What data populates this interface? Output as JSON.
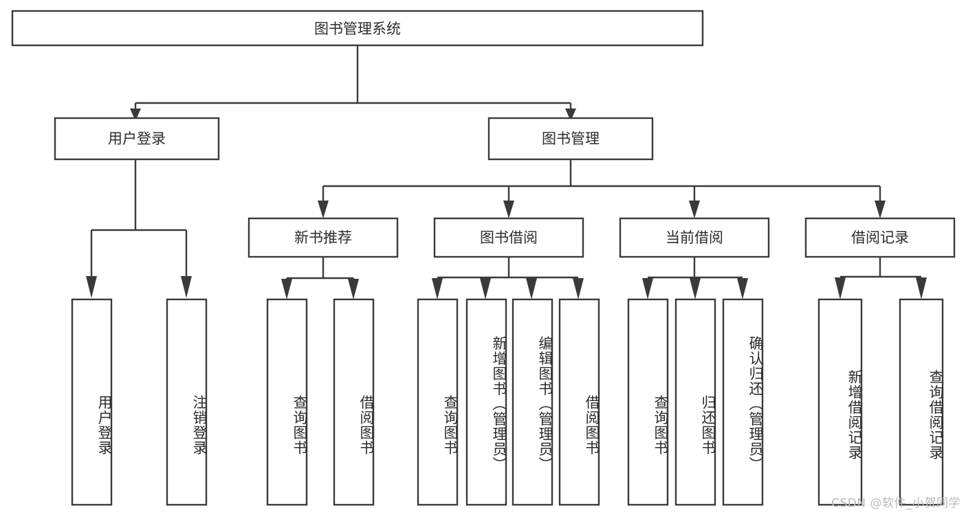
{
  "diagram": {
    "title": "图书管理系统",
    "type": "tree-hierarchy-chart",
    "orientation": "top-down",
    "colors": {
      "box_stroke": "#3a3a3a",
      "box_fill": "#ffffff",
      "text": "#2b2b2b",
      "background": "#ffffff",
      "watermark": "#b9b9b9"
    },
    "root": {
      "label": "图书管理系统"
    },
    "level1": [
      {
        "label": "用户登录"
      },
      {
        "label": "图书管理"
      }
    ],
    "level2": [
      {
        "label": "新书推荐"
      },
      {
        "label": "图书借阅"
      },
      {
        "label": "当前借阅"
      },
      {
        "label": "借阅记录"
      }
    ],
    "leaves": {
      "user_login": [
        {
          "label": "用户登录"
        },
        {
          "label": "注销登录"
        }
      ],
      "new_book_recommend": [
        {
          "label": "查询图书"
        },
        {
          "label": "借阅图书"
        }
      ],
      "book_borrow": [
        {
          "label": "查询图书"
        },
        {
          "label": "新增图书（管理员）"
        },
        {
          "label": "编辑图书（管理员）"
        },
        {
          "label": "借阅图书"
        }
      ],
      "current_borrow": [
        {
          "label": "查询图书"
        },
        {
          "label": "归还图书"
        },
        {
          "label": "确认归还（管理员）"
        }
      ],
      "borrow_records": [
        {
          "label": "新增借阅记录"
        },
        {
          "label": "查询借阅记录"
        }
      ]
    },
    "watermark": "CSDN @软件_小贺同学"
  }
}
